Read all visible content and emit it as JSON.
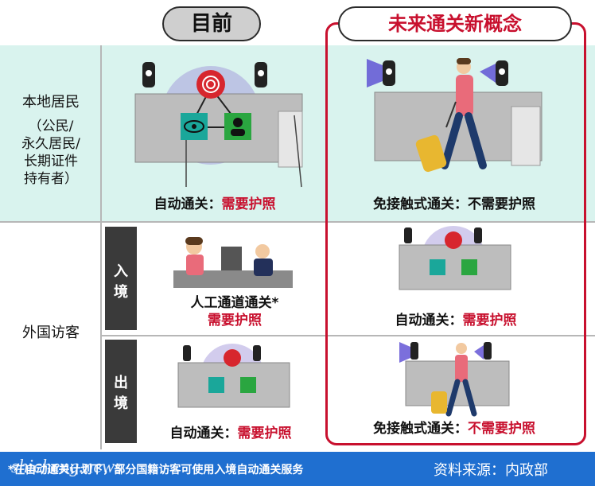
{
  "headers": {
    "current": "目前",
    "future": "未来通关新概念"
  },
  "rows": {
    "resident_title": "本地居民",
    "resident_sub": [
      "（公民/",
      "永久居民/",
      "长期证件",
      "持有者）"
    ],
    "visitor_title": "外国访客",
    "entry_tab": [
      "入",
      "境"
    ],
    "exit_tab": [
      "出",
      "境"
    ]
  },
  "captions": {
    "resident_current": [
      "自动通关：",
      "需要护照"
    ],
    "resident_future": [
      "免接触式通关：",
      "不需要护照"
    ],
    "entry_current_line1": "人工通道通关*",
    "entry_current_line2": "需要护照",
    "entry_future": [
      "自动通关：",
      "需要护照"
    ],
    "exit_current": [
      "自动通关：",
      "需要护照"
    ],
    "exit_future": [
      "免接触式通关：",
      "不需要护照"
    ]
  },
  "footer": {
    "note": "*在自动通关计划下，部分国籍访客可使用入境自动通关服务",
    "source": "资料来源：内政部",
    "watermark": "shicheng.news"
  },
  "colors": {
    "accent_red": "#c8102e",
    "teal_band": "#d9f3ee",
    "footer_blue": "#1f6fd0",
    "fingerprint_red": "#d7262e",
    "eye_teal": "#1aa79a",
    "face_green": "#2aa640",
    "halo_purple": "#9b8fd6"
  }
}
